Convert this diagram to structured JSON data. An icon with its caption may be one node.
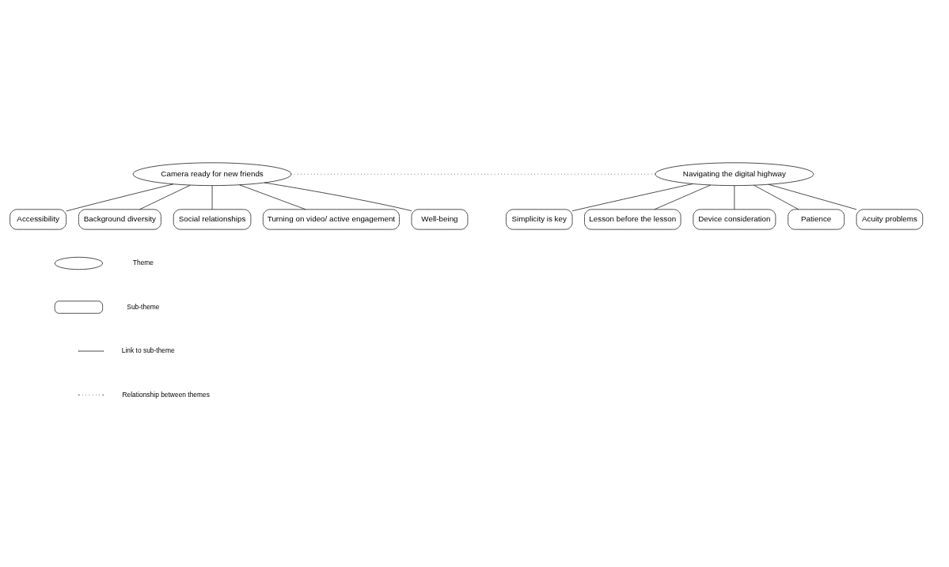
{
  "diagram": {
    "nodes": [
      {
        "text": [
          "Camera ready for new friends"
        ]
      },
      {
        "text": [
          "Accessibility"
        ]
      },
      {
        "text": [
          "Background diversity"
        ]
      },
      {
        "text": [
          "Social relationships"
        ]
      },
      {
        "text": [
          "Turning on video/ active engagement"
        ]
      },
      {
        "text": [
          "Well-being"
        ]
      },
      {
        "text": [
          "Navigating the digital highway"
        ]
      },
      {
        "text": [
          "Simplicity is key"
        ]
      },
      {
        "text": [
          "Lesson before the lesson"
        ]
      },
      {
        "text": [
          "Device consideration"
        ]
      },
      {
        "text": [
          "Patience"
        ]
      },
      {
        "text": [
          "Acuity problems"
        ]
      }
    ],
    "edges": [
      {
        "from": 0,
        "to": 1,
        "arrow": "none"
      },
      {
        "from": 0,
        "to": 2,
        "arrow": "none"
      },
      {
        "from": 0,
        "to": 3,
        "arrow": "none"
      },
      {
        "from": 0,
        "to": 4,
        "arrow": "none"
      },
      {
        "from": 0,
        "to": 5,
        "arrow": "none"
      },
      {
        "from": 6,
        "to": 0,
        "arrow": "none",
        "style": "dashed"
      },
      {
        "from": 6,
        "to": 7,
        "arrow": "none"
      },
      {
        "from": 6,
        "to": 8,
        "arrow": "none"
      },
      {
        "from": 6,
        "to": 9,
        "arrow": "none"
      },
      {
        "from": 6,
        "to": 10,
        "arrow": "none"
      },
      {
        "from": 6,
        "to": 11,
        "arrow": "none"
      }
    ],
    "legend": [
      {
        "text": "Theme"
      },
      {
        "text": "Sub-theme"
      },
      {
        "text": "Link to sub-theme"
      },
      {
        "text": "Relationship between themes"
      }
    ]
  }
}
